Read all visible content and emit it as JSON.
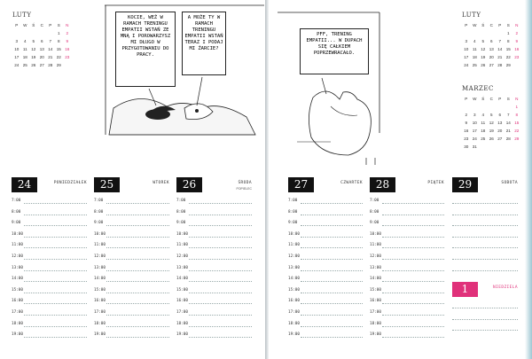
{
  "calendars": {
    "luty": {
      "title": "LUTY",
      "headers": [
        "P",
        "W",
        "Ś",
        "C",
        "P",
        "S",
        "N"
      ],
      "weeks": [
        [
          "",
          "",
          "",
          "",
          "",
          "1",
          "2"
        ],
        [
          "3",
          "4",
          "5",
          "6",
          "7",
          "8",
          "9"
        ],
        [
          "10",
          "11",
          "12",
          "13",
          "14",
          "15",
          "16"
        ],
        [
          "17",
          "18",
          "19",
          "20",
          "21",
          "22",
          "23"
        ],
        [
          "24",
          "25",
          "26",
          "27",
          "28",
          "29",
          ""
        ]
      ]
    },
    "luty_right": {
      "title": "LUTY",
      "headers": [
        "P",
        "W",
        "Ś",
        "C",
        "P",
        "S",
        "N"
      ],
      "weeks": [
        [
          "",
          "",
          "",
          "",
          "",
          "1",
          "2"
        ],
        [
          "3",
          "4",
          "5",
          "6",
          "7",
          "8",
          "9"
        ],
        [
          "10",
          "11",
          "12",
          "13",
          "14",
          "15",
          "16"
        ],
        [
          "17",
          "18",
          "19",
          "20",
          "21",
          "22",
          "23"
        ],
        [
          "24",
          "25",
          "26",
          "27",
          "28",
          "29",
          ""
        ]
      ]
    },
    "marzec": {
      "title": "MARZEC",
      "headers": [
        "P",
        "W",
        "Ś",
        "C",
        "P",
        "S",
        "N"
      ],
      "weeks": [
        [
          "",
          "",
          "",
          "",
          "",
          "",
          "1"
        ],
        [
          "2",
          "3",
          "4",
          "5",
          "6",
          "7",
          "8"
        ],
        [
          "9",
          "10",
          "11",
          "12",
          "13",
          "14",
          "15"
        ],
        [
          "16",
          "17",
          "18",
          "19",
          "20",
          "21",
          "22"
        ],
        [
          "23",
          "24",
          "25",
          "26",
          "27",
          "28",
          "29"
        ],
        [
          "30",
          "31",
          "",
          "",
          "",
          "",
          ""
        ]
      ]
    },
    "sunday_color": "#e0317a"
  },
  "cartoon": {
    "bubble1": "KOCIE, WEŹ W RAMACH TRENINGU EMPATII WSTAŃ ZE MNĄ I POROWARZYSZ MI DŁUGO W PRZYGOTOWANIU DO PRACY.",
    "bubble2": "A MOŻE TY W RAMACH TRENINGU EMPATII WSTAŃ TERAZ I PODAJ MI ŻARCIE?",
    "bubble3": "PFF, TRENING EMPATII... W DUPACH SIĘ CAŁKIEM POPRZEWRACAŁO."
  },
  "days": [
    {
      "num": "24",
      "name": "PONIEDZIAŁEK",
      "sub": ""
    },
    {
      "num": "25",
      "name": "WTOREK",
      "sub": ""
    },
    {
      "num": "26",
      "name": "ŚRODA",
      "sub": "POPIELEC"
    },
    {
      "num": "27",
      "name": "CZWARTEK",
      "sub": ""
    },
    {
      "num": "28",
      "name": "PIĄTEK",
      "sub": ""
    },
    {
      "num": "29",
      "name": "SOBOTA",
      "sub": ""
    },
    {
      "num": "1",
      "name": "NIEDZIELA",
      "sub": ""
    }
  ],
  "hours": [
    "7:00",
    "8:00",
    "9:00",
    "10:00",
    "11:00",
    "12:00",
    "13:00",
    "14:00",
    "15:00",
    "16:00",
    "17:00",
    "18:00",
    "19:00"
  ],
  "accent": "#e0317a"
}
